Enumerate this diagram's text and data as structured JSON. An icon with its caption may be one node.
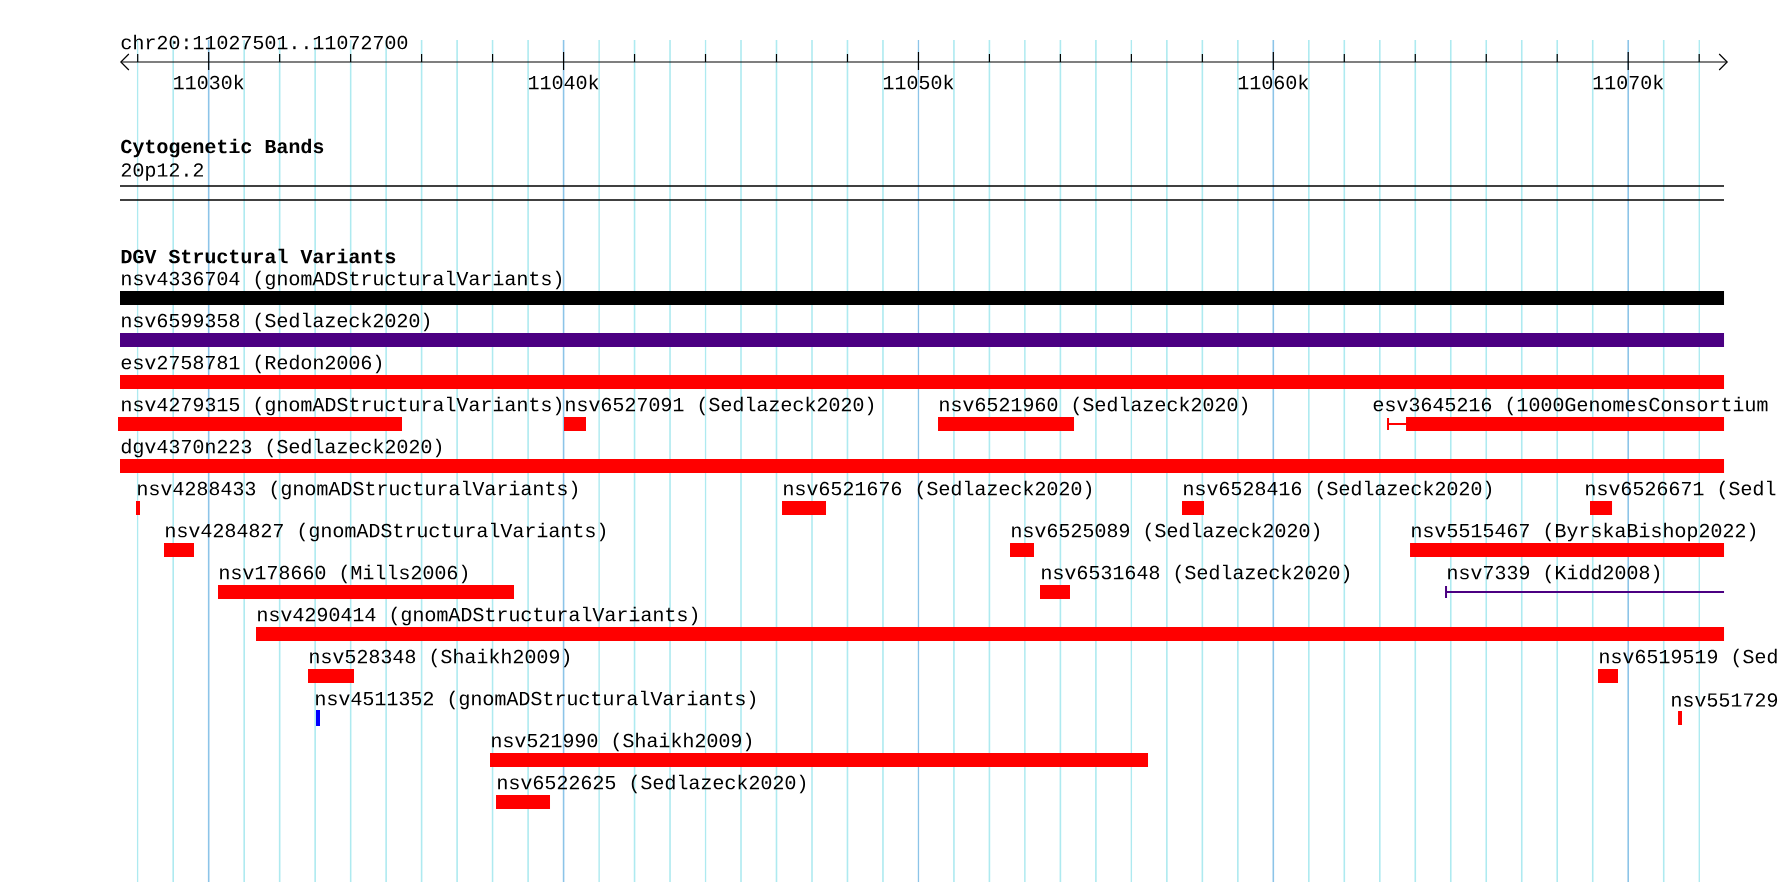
{
  "diagram": {
    "labels": [
      "chr20:11027501..11072700",
      "11030k",
      "11040k",
      "11050k",
      "11060k",
      "11070k",
      "Cytogenetic Bands",
      "20p12.2",
      "DGV Structural Variants",
      "nsv4336704 (gnomADStructuralVariants)",
      "nsv6599358 (Sedlazeck2020)",
      "esv2758781 (Redon2006)",
      "nsv4279315 (gnomADStructuralVariants)",
      "nsv6527091 (Sedlazeck2020)",
      "nsv6521960 (Sedlazeck2020)",
      "esv3645216 (1000GenomesConsortium",
      "dgv4370n223 (Sedlazeck2020)",
      "nsv4288433 (gnomADStructuralVariants)",
      "nsv6521676 (Sedlazeck2020)",
      "nsv6528416 (Sedlazeck2020)",
      "nsv6526671 (Sedl",
      "nsv4284827 (gnomADStructuralVariants)",
      "nsv6525089 (Sedlazeck2020)",
      "nsv5515467 (ByrskaBishop2022)",
      "nsv178660 (Mills2006)",
      "nsv6531648 (Sedlazeck2020)",
      "nsv7339 (Kidd2008)",
      "nsv4290414 (gnomADStructuralVariants)",
      "nsv528348 (Shaikh2009)",
      "nsv6519519 (Sed",
      "nsv4511352 (gnomADStructuralVariants)",
      "nsv551729",
      "nsv521990 (Shaikh2009)",
      "nsv6522625 (Sedlazeck2020)"
    ]
  }
}
